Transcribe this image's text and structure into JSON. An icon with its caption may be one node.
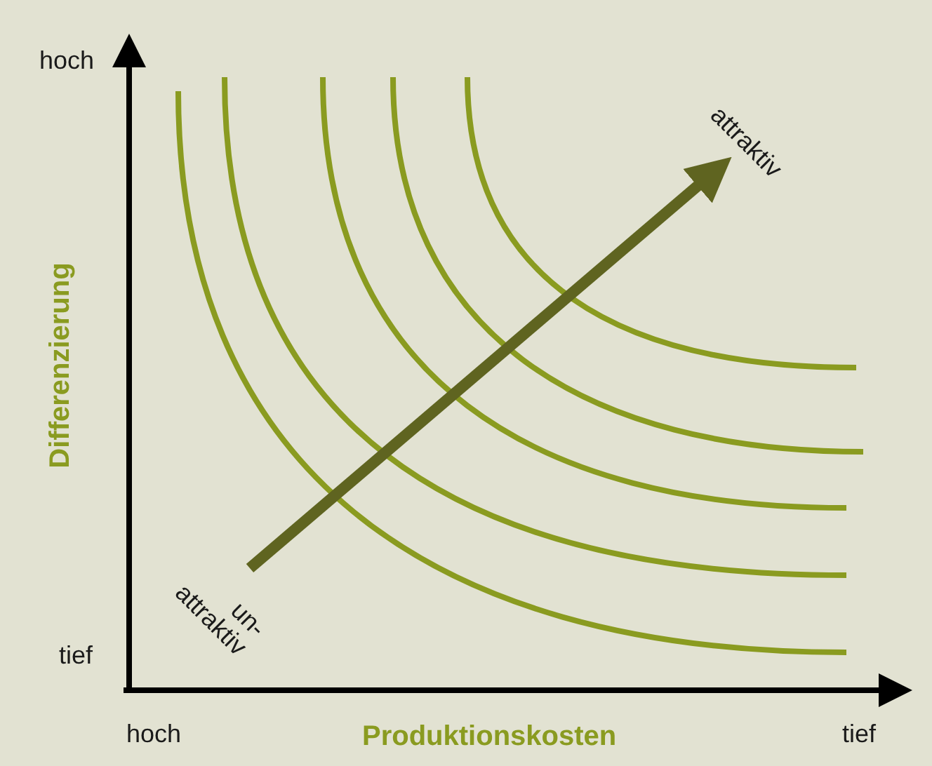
{
  "diagram": {
    "labels": [
      "hoch",
      "attraktiv",
      "Differenzierung",
      "un- attraktiv",
      "tief",
      "hoch",
      "Produktionskosten",
      "tief"
    ]
  }
}
